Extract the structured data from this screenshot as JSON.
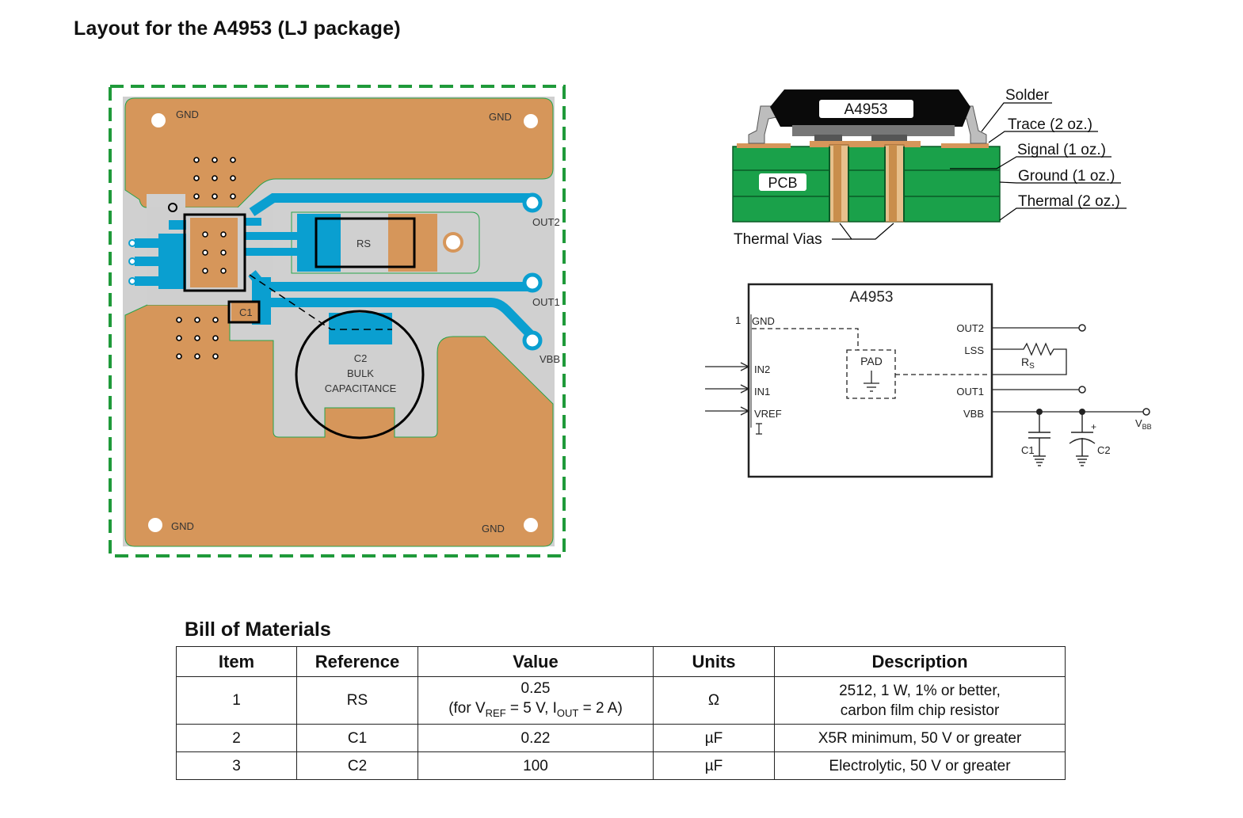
{
  "page_title": "Layout for the A4953 (LJ package)",
  "layout": {
    "gnd_labels": [
      "GND",
      "GND",
      "GND",
      "GND"
    ],
    "out2": "OUT2",
    "out1": "OUT1",
    "vbb": "VBB",
    "rs": "RS",
    "c1": "C1",
    "c2_lines": [
      "C2",
      "BULK",
      "CAPACITANCE"
    ]
  },
  "cross_section": {
    "chip": "A4953",
    "pcb": "PCB",
    "thermal_vias": "Thermal Vias",
    "layers": [
      "Solder",
      "Trace (2 oz.)",
      "Signal (1 oz.)",
      "Ground (1 oz.)",
      "Thermal (2 oz.)"
    ]
  },
  "schematic": {
    "chip": "A4953",
    "pin1": "1",
    "left_pins": [
      "GND",
      "IN2",
      "IN1",
      "VREF"
    ],
    "right_pins": [
      "OUT2",
      "LSS",
      "OUT1",
      "VBB"
    ],
    "pad": "PAD",
    "rs": "R",
    "rs_sub": "S",
    "c1": "C1",
    "c2": "C2",
    "vbb": "V",
    "vbb_sub": "BB",
    "plus": "+"
  },
  "bom": {
    "title": "Bill of Materials",
    "headers": [
      "Item",
      "Reference",
      "Value",
      "Units",
      "Description"
    ],
    "rows": [
      {
        "item": "1",
        "ref": "RS",
        "value_line1": "0.25",
        "value_pre": "(for V",
        "value_sub1": "REF",
        "value_mid": " = 5 V, I",
        "value_sub2": "OUT",
        "value_post": " = 2 A)",
        "units": "Ω",
        "desc_line1": "2512, 1 W, 1% or better,",
        "desc_line2": "carbon film chip resistor"
      },
      {
        "item": "2",
        "ref": "C1",
        "value": "0.22",
        "units": "µF",
        "desc": "X5R minimum, 50 V or greater"
      },
      {
        "item": "3",
        "ref": "C2",
        "value": "100",
        "units": "µF",
        "desc": "Electrolytic, 50 V or greater"
      }
    ]
  },
  "colors": {
    "copper": "#d6965a",
    "trace": "#0a9fd0",
    "silk": "#c9c9c9",
    "board_outline": "#1f9a3a",
    "pcb_green": "#1aa14a"
  }
}
